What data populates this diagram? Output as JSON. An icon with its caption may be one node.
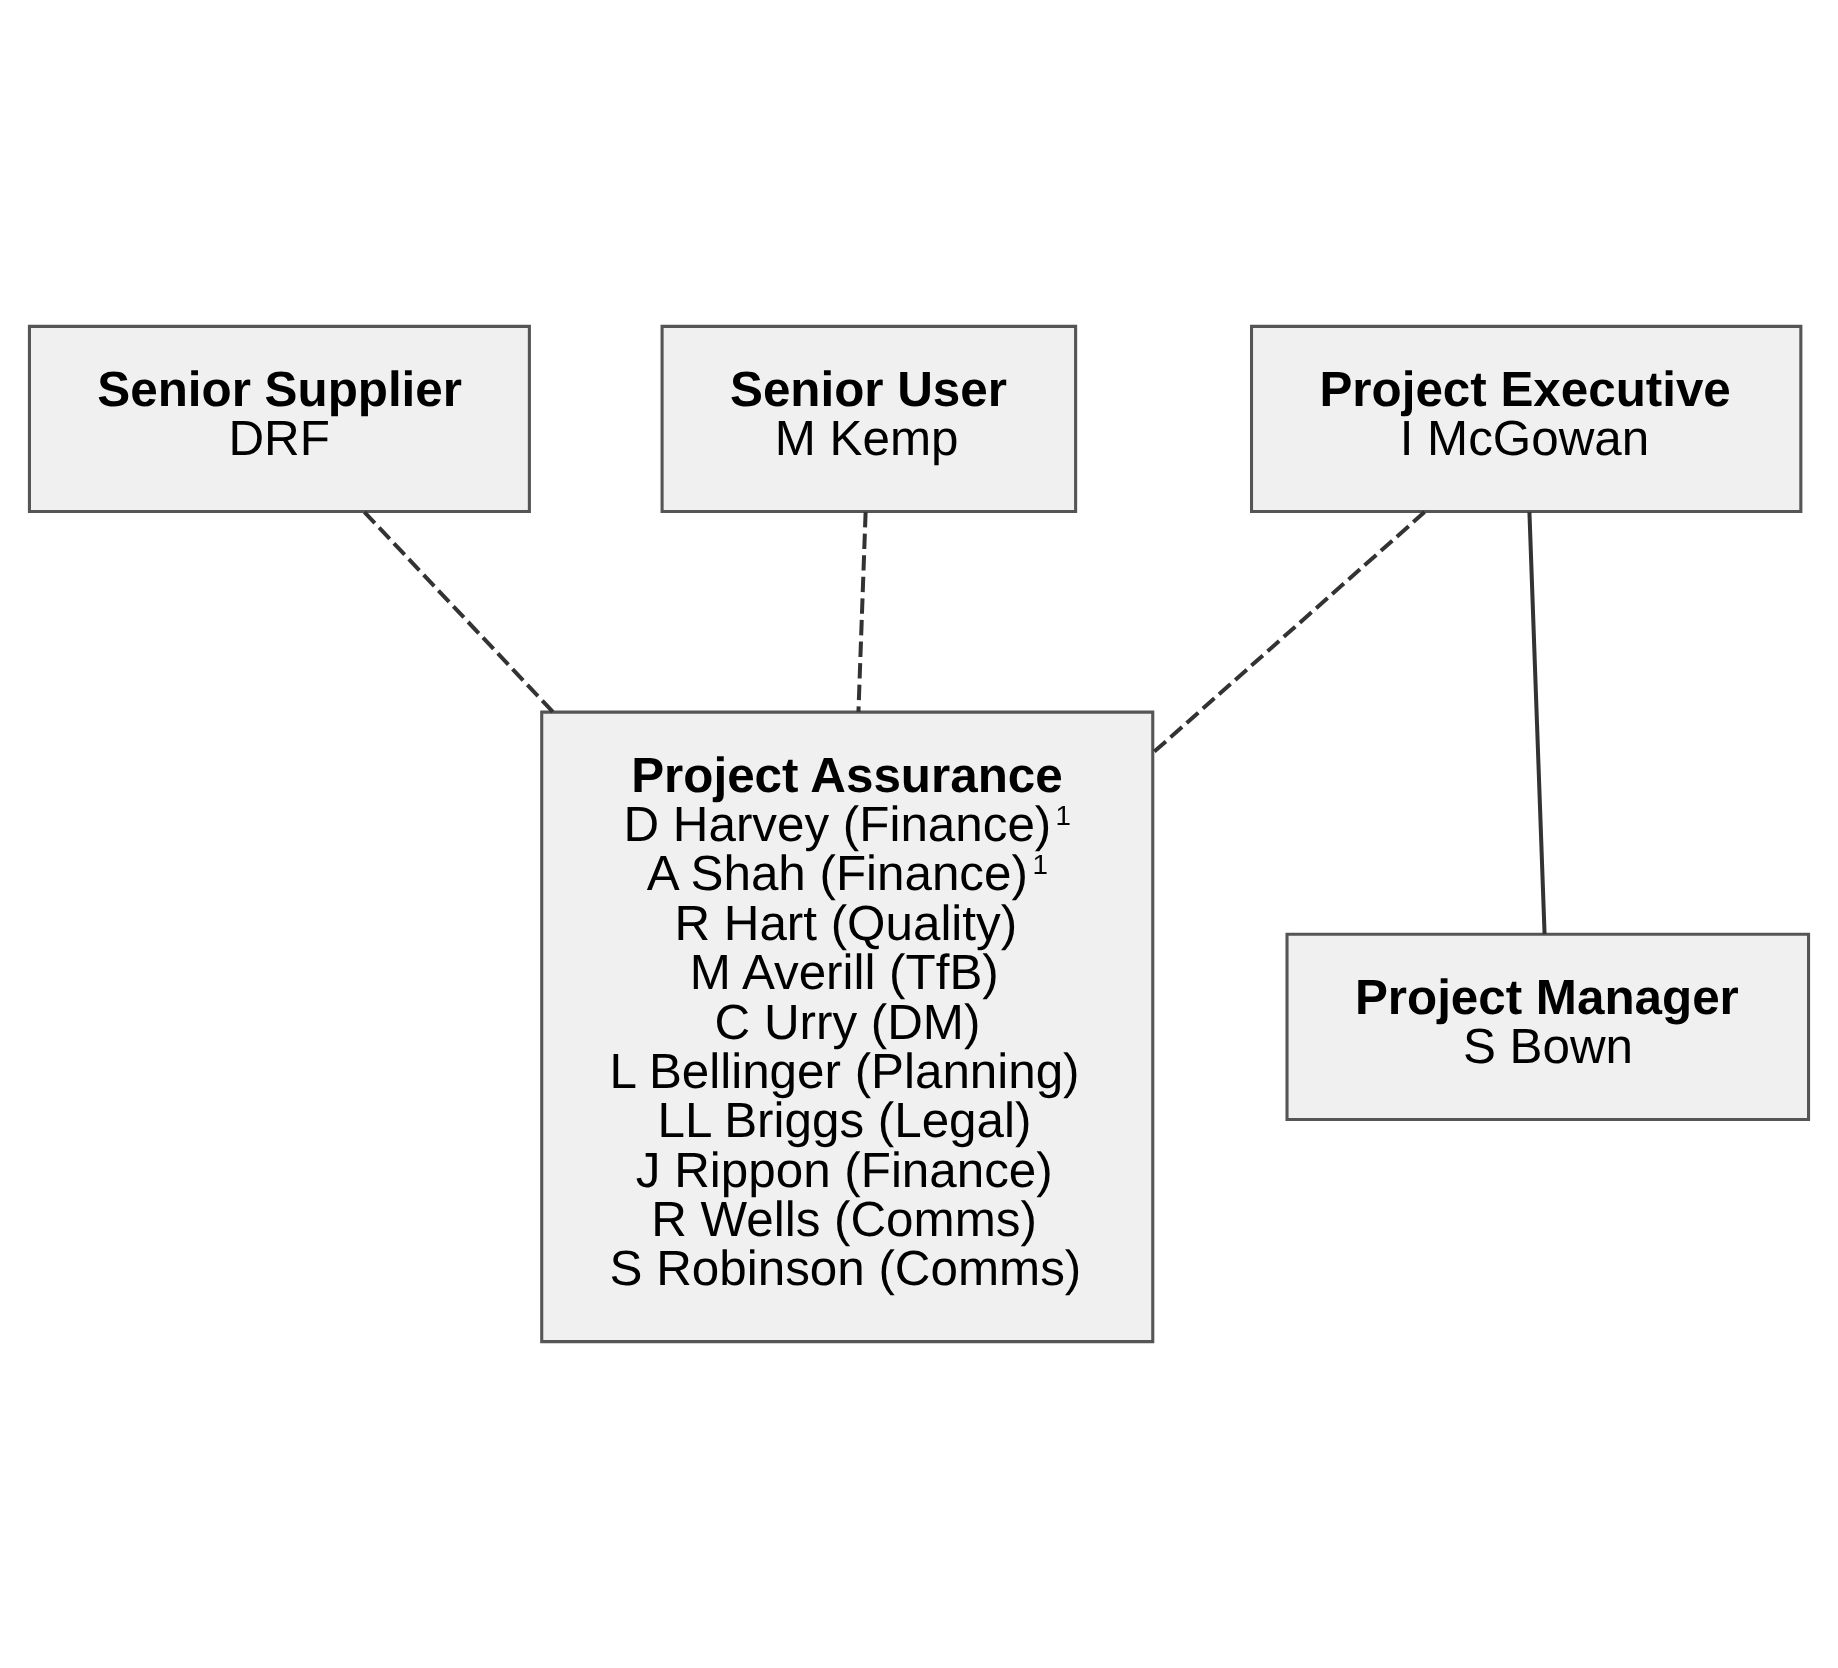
{
  "diagram": {
    "nodes": [
      {
        "text": [
          "Senior Supplier",
          "DRF"
        ]
      },
      {
        "text": [
          "Project Executive",
          "I McGowan"
        ]
      },
      {
        "text": [
          "Senior User",
          "M Kemp"
        ]
      },
      {
        "text": [
          "Project Assurance",
          "D Harvey (Finance)$^{1}$",
          "A Shah (Finance)$^{1}$",
          "R Hart (Quality)",
          "M Averill (TfB)",
          "C Urry (DM)",
          "L Bellinger (Planning)",
          "LL Briggs (Legal)",
          "J Rippon (Finance)",
          "R Wells (Comms)",
          "S Robinson (Comms)"
        ]
      },
      {
        "text": [
          "Project Manager",
          "S Bown"
        ]
      }
    ],
    "edges": [
      {
        "from": 0,
        "to": 3,
        "arrow": "none",
        "style": "dashed"
      },
      {
        "from": 1,
        "to": 3,
        "arrow": "none",
        "style": "dashed"
      },
      {
        "from": 2,
        "to": 3,
        "arrow": "none",
        "style": "dashed"
      },
      {
        "from": 1,
        "to": 4,
        "arrow": "none"
      }
    ]
  }
}
